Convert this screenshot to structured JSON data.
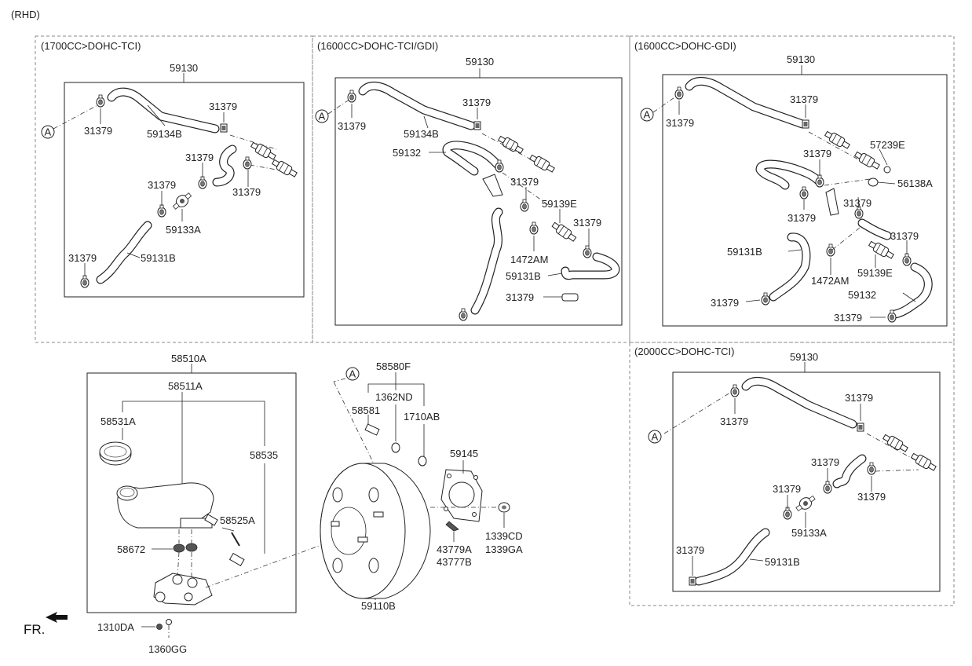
{
  "header": {
    "variant": "(RHD)",
    "fr_label": "FR."
  },
  "sections": {
    "s1": {
      "title": "(1700CC>DOHC-TCI)"
    },
    "s2": {
      "title": "(1600CC>DOHC-TCI/GDI)"
    },
    "s3": {
      "title": "(1600CC>DOHC-GDI)"
    },
    "s4": {
      "title": "(2000CC>DOHC-TCI)"
    }
  },
  "ref_marker": "A",
  "labels": {
    "s1": [
      "59130",
      "31379",
      "59134B",
      "31379",
      "31379",
      "31379",
      "31379",
      "59133A",
      "31379",
      "59131B"
    ],
    "s2": [
      "59130",
      "31379",
      "31379",
      "59134B",
      "59132",
      "31379",
      "59139E",
      "31379",
      "1472AM",
      "59131B",
      "31379"
    ],
    "s3": [
      "59130",
      "31379",
      "31379",
      "57239E",
      "31379",
      "56138A",
      "31379",
      "31379",
      "59131B",
      "31379",
      "1472AM",
      "59139E",
      "59132",
      "31379",
      "31379"
    ],
    "s4": [
      "59130",
      "31379",
      "31379",
      "31379",
      "31379",
      "31379",
      "59133A",
      "31379",
      "59131B"
    ],
    "bottom": [
      "58510A",
      "58511A",
      "58531A",
      "58535",
      "58525A",
      "58672",
      "58580F",
      "1362ND",
      "58581",
      "1710AB",
      "59145",
      "1339CD",
      "1339GA",
      "43779A",
      "43777B",
      "59110B",
      "1310DA",
      "1360GG"
    ]
  },
  "icons": [
    "circled-a-marker-icon",
    "front-direction-arrow-icon"
  ]
}
